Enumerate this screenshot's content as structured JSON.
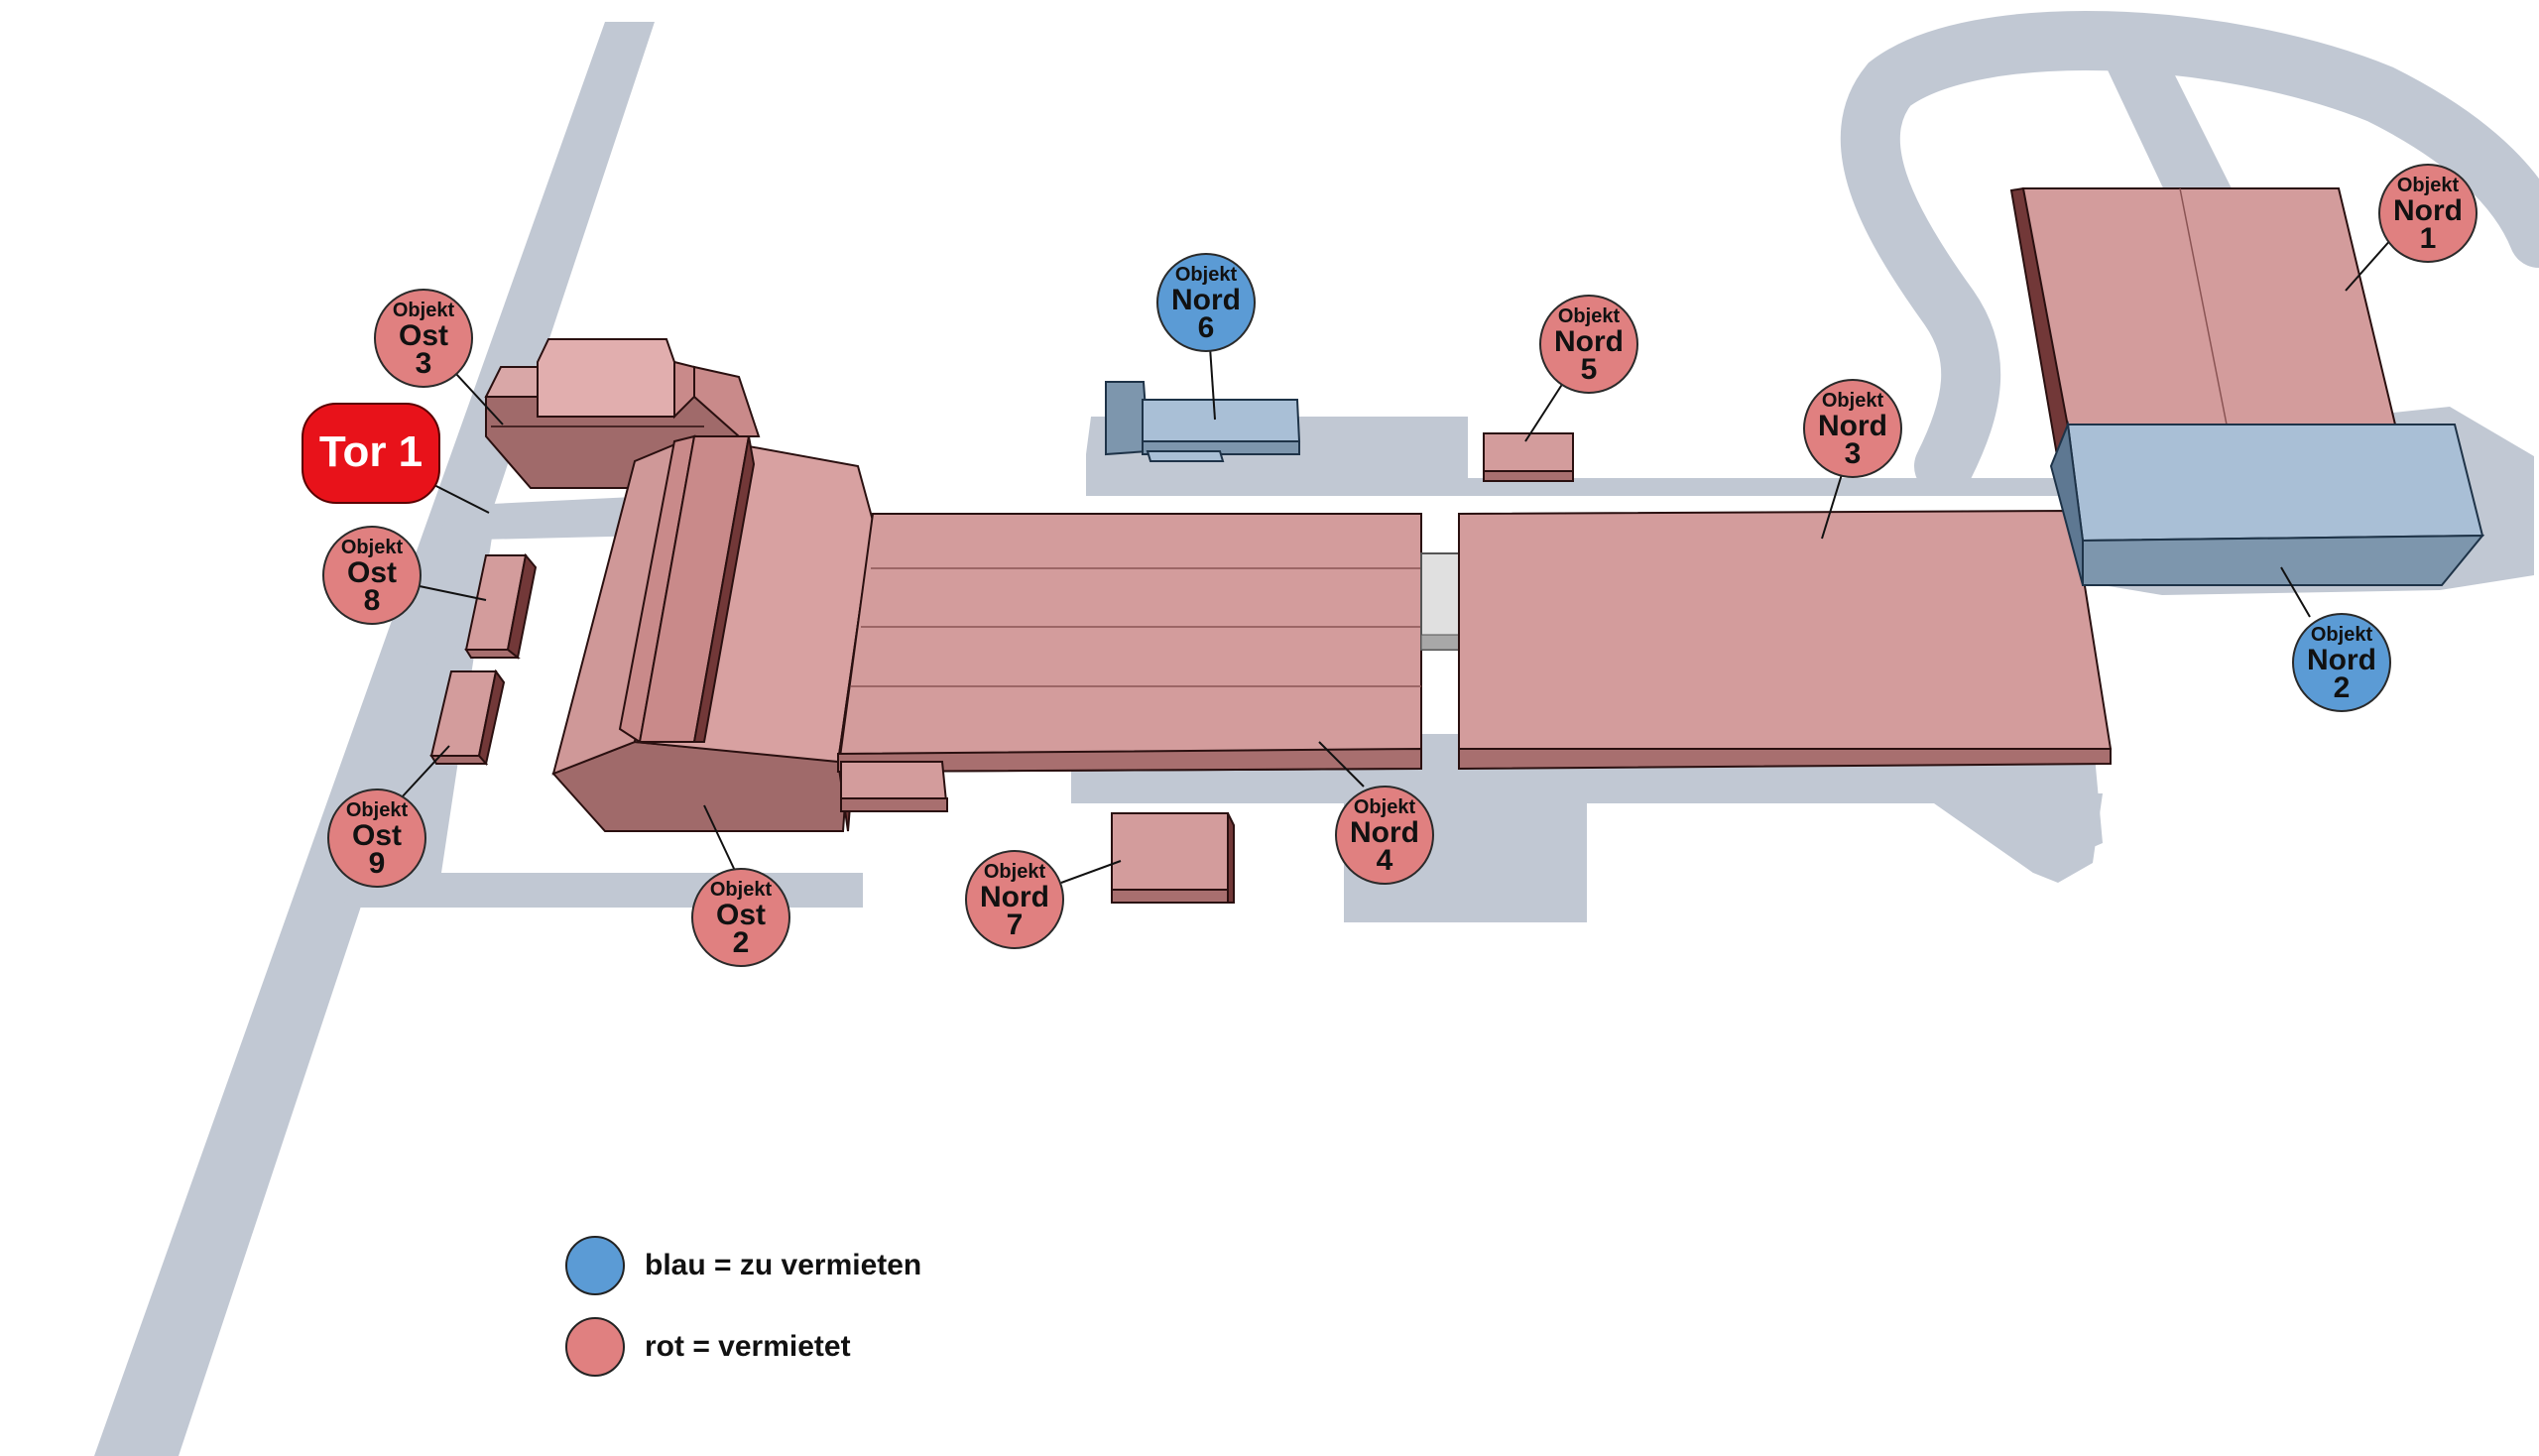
{
  "colors": {
    "road": "#c1c8d3",
    "rented_fill": "#d99a9a",
    "rented_roof": "#cf9898",
    "rented_side": "#a06a6a",
    "rented_dark": "#723838",
    "available_fill": "#a9bfd6",
    "available_side": "#7d96ad",
    "marker_rented": "#e08080",
    "marker_available": "#5b9bd5",
    "gate": "#e8121a"
  },
  "gate": {
    "label": "Tor 1"
  },
  "markers": [
    {
      "id": "ost-3",
      "line1": "Objekt",
      "line2": "Ost",
      "line3": "3",
      "status": "rented"
    },
    {
      "id": "ost-8",
      "line1": "Objekt",
      "line2": "Ost",
      "line3": "8",
      "status": "rented"
    },
    {
      "id": "ost-9",
      "line1": "Objekt",
      "line2": "Ost",
      "line3": "9",
      "status": "rented"
    },
    {
      "id": "ost-2",
      "line1": "Objekt",
      "line2": "Ost",
      "line3": "2",
      "status": "rented"
    },
    {
      "id": "nord-6",
      "line1": "Objekt",
      "line2": "Nord",
      "line3": "6",
      "status": "available"
    },
    {
      "id": "nord-5",
      "line1": "Objekt",
      "line2": "Nord",
      "line3": "5",
      "status": "rented"
    },
    {
      "id": "nord-3",
      "line1": "Objekt",
      "line2": "Nord",
      "line3": "3",
      "status": "rented"
    },
    {
      "id": "nord-1",
      "line1": "Objekt",
      "line2": "Nord",
      "line3": "1",
      "status": "rented"
    },
    {
      "id": "nord-2",
      "line1": "Objekt",
      "line2": "Nord",
      "line3": "2",
      "status": "available"
    },
    {
      "id": "nord-4",
      "line1": "Objekt",
      "line2": "Nord",
      "line3": "4",
      "status": "rented"
    },
    {
      "id": "nord-7",
      "line1": "Objekt",
      "line2": "Nord",
      "line3": "7",
      "status": "rented"
    }
  ],
  "legend": {
    "available": "blau = zu vermieten",
    "rented": "rot = vermietet"
  }
}
